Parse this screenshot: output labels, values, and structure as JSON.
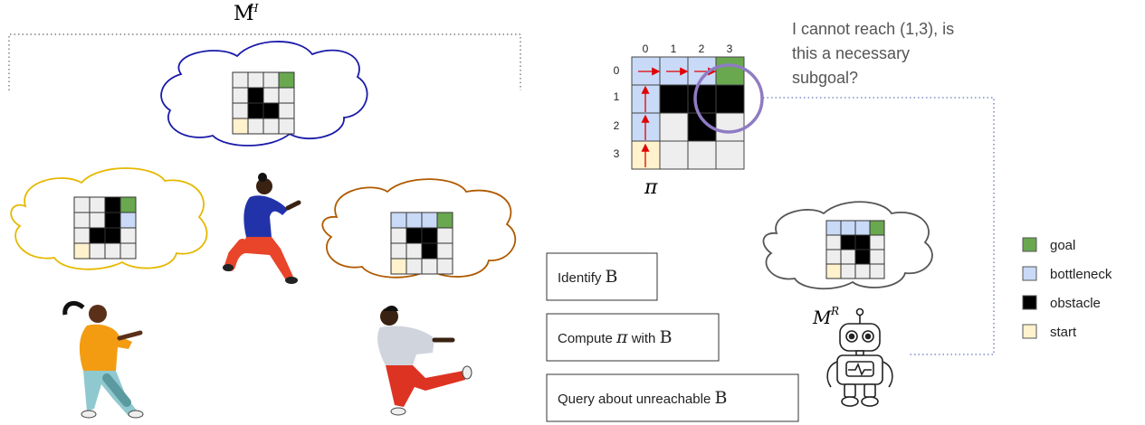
{
  "human_models_label": {
    "symbol": "M",
    "superscript": "H"
  },
  "robot_model_label": {
    "symbol": "M",
    "superscript": "R"
  },
  "policy_label": "π",
  "speech_bubble": [
    "I cannot reach (1,3), is",
    "this a necessary",
    "subgoal?"
  ],
  "grid": {
    "col_labels": [
      "0",
      "1",
      "2",
      "3"
    ],
    "row_labels": [
      "0",
      "1",
      "2",
      "3"
    ]
  },
  "steps": [
    {
      "prefix": "Identify ",
      "symbol": "B",
      "suffix": ""
    },
    {
      "prefix": "Compute ",
      "symbol": "π",
      "middle": " with ",
      "symbol2": "B"
    },
    {
      "prefix": "Query about unreachable ",
      "symbol": "B",
      "suffix": ""
    }
  ],
  "legend": [
    {
      "label": "goal",
      "color": "#6aa84f"
    },
    {
      "label": "bottleneck",
      "color": "#c9daf8"
    },
    {
      "label": "obstacle",
      "color": "#000000"
    },
    {
      "label": "start",
      "color": "#fff2cc"
    }
  ],
  "colors": {
    "empty": "#eeeeee",
    "goal": "#6aa84f",
    "bottleneck": "#c9daf8",
    "obstacle": "#000000",
    "start": "#fff2cc",
    "arrow": "#e00000",
    "highlight_circle": "#8e7cc3",
    "cloud_blue": "#1a1aaa",
    "cloud_yellow": "#e6b800",
    "cloud_brown": "#b05a00",
    "cloud_gray": "#555555",
    "dotted": "#666666",
    "dotted_blue": "#6677bb"
  }
}
